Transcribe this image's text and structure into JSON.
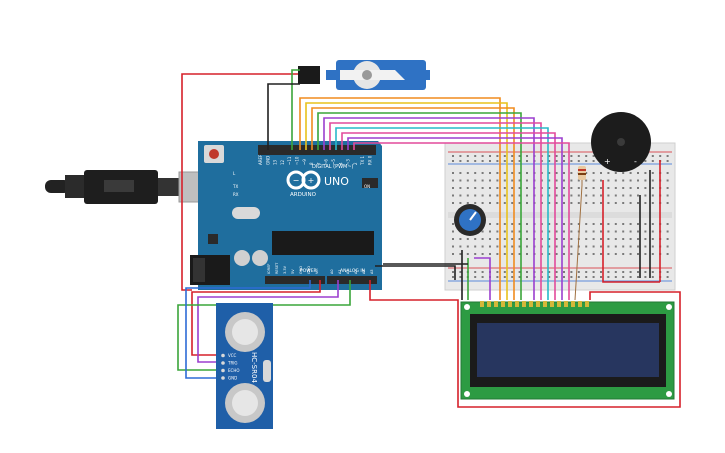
{
  "arduino": {
    "brand": "ARDUINO",
    "model": "UNO",
    "digital_label": "DIGITAL (PWM~)",
    "power_label": "POWER",
    "analog_label": "ANALOG IN",
    "tx_label": "TX",
    "rx_label": "RX",
    "l_label": "L",
    "on_label": "ON",
    "digital_pins": [
      "AREF",
      "GND",
      "13",
      "12",
      "~11",
      "~10",
      "~9",
      "8",
      "7",
      "~6",
      "~5",
      "4",
      "~3",
      "2",
      "TX 1",
      "RX 0"
    ],
    "power_pins": [
      "IOREF",
      "RESET",
      "3.3V",
      "5V",
      "GND",
      "GND",
      "Vin"
    ],
    "analog_pins": [
      "A0",
      "A1",
      "A2",
      "A3",
      "A4",
      "A5"
    ]
  },
  "ultrasonic": {
    "model": "HC-SR04",
    "pins": [
      "VCC",
      "TRIG",
      "ECHO",
      "GND"
    ]
  },
  "buzzer": {
    "plus": "+",
    "minus": "-"
  },
  "colors": {
    "red": "#d6202a",
    "black": "#202020",
    "green": "#3aa53a",
    "orange": "#f08c1e",
    "yellow": "#e8c21c",
    "purple": "#9b3fcf",
    "blue": "#2d6bd6",
    "pink": "#e24a9b",
    "cyan": "#28b9c9",
    "arduino_blue": "#1f6e9e",
    "lcd_green": "#2d9b43",
    "lcd_screen": "#27365f"
  }
}
